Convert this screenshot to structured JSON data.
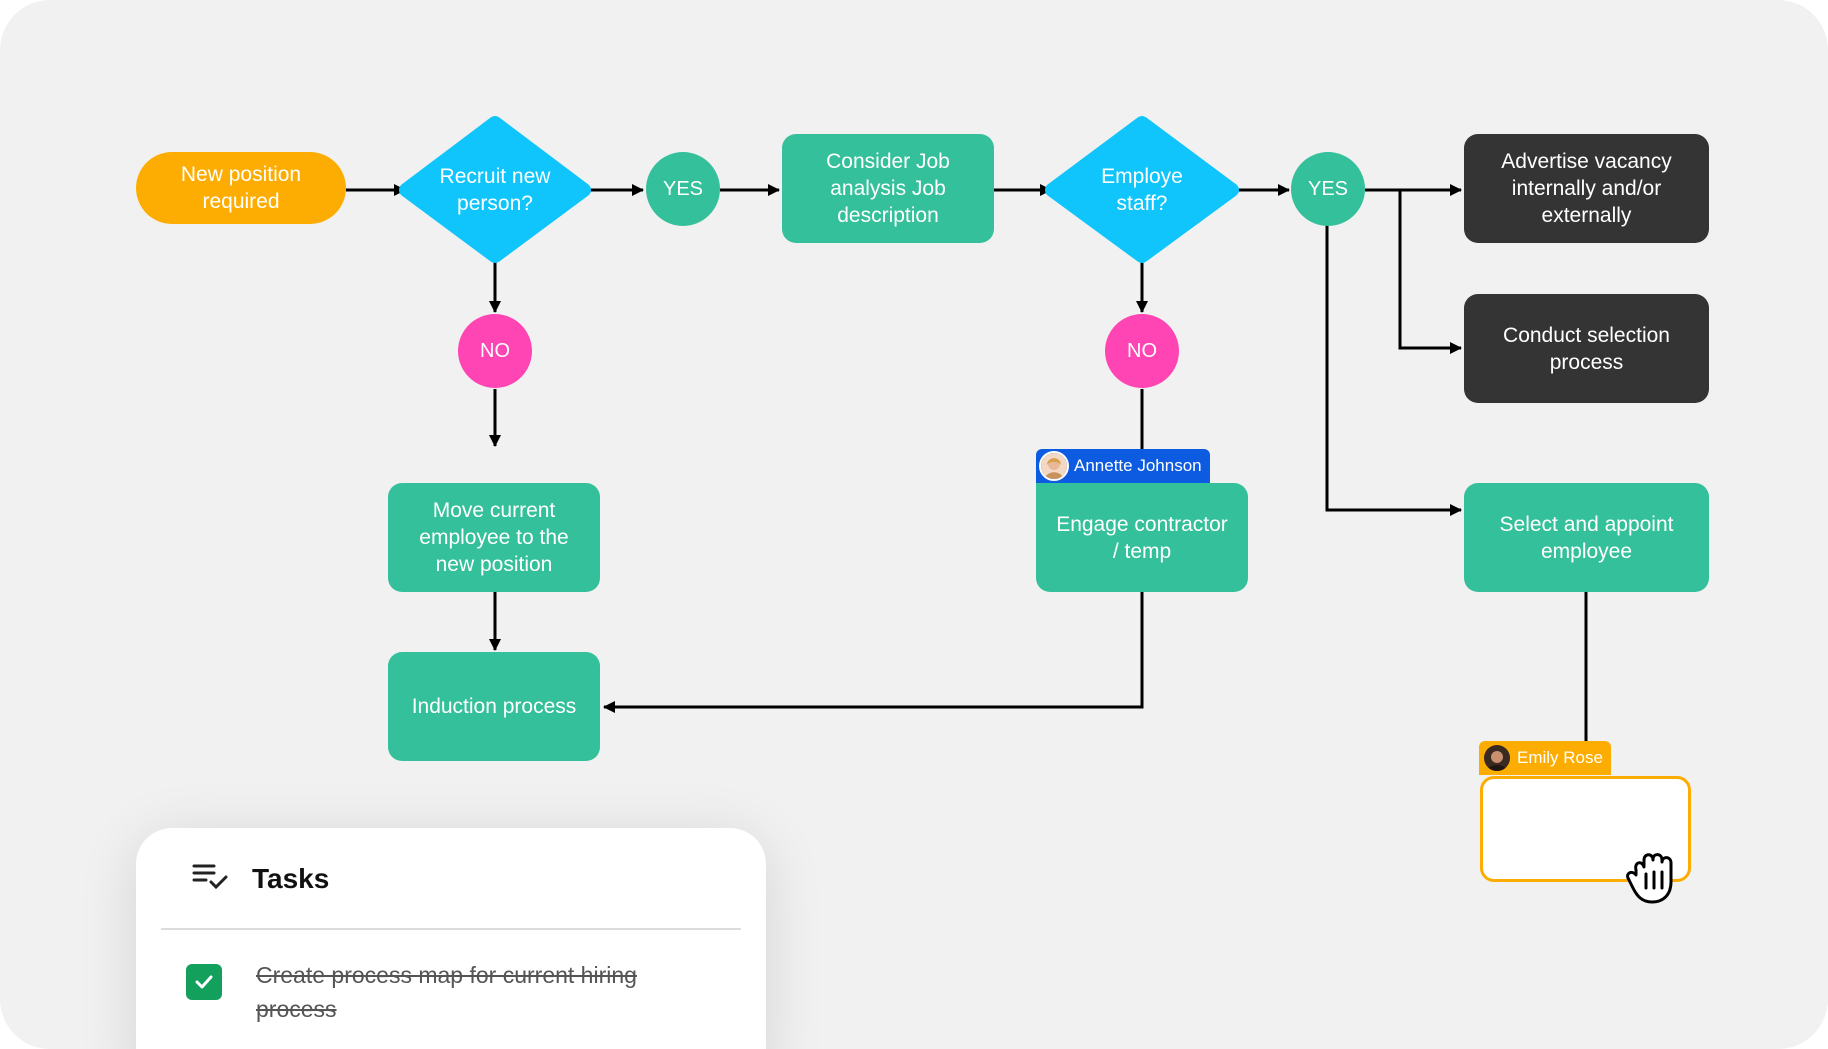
{
  "colors": {
    "background": "#f1f1f1",
    "start": "#fdad01",
    "decision": "#10c5fb",
    "process": "#34c09a",
    "dark_process": "#343434",
    "no": "#ff44b4",
    "collaborator_annette": "#0d5be0",
    "collaborator_emily": "#fdad01",
    "task_done": "#12a05c"
  },
  "flow": {
    "start": "New position required",
    "decision_recruit": "Recruit new person?",
    "yes_1": "YES",
    "no_1": "NO",
    "consider_job": "Consider Job analysis Job description",
    "decision_employ": "Employe staff?",
    "yes_2": "YES",
    "no_2": "NO",
    "advertise": "Advertise vacancy internally and/or externally",
    "conduct": "Conduct selection process",
    "select_appoint": "Select and appoint employee",
    "move_current": "Move current employee to the new position",
    "engage_contractor": "Engage contractor / temp",
    "induction": "Induction process"
  },
  "collaborators": {
    "annette": "Annette Johnson",
    "emily": "Emily Rose"
  },
  "tasks": {
    "title": "Tasks",
    "items": [
      {
        "text": "Create process map for current hiring process",
        "done": true
      }
    ]
  }
}
